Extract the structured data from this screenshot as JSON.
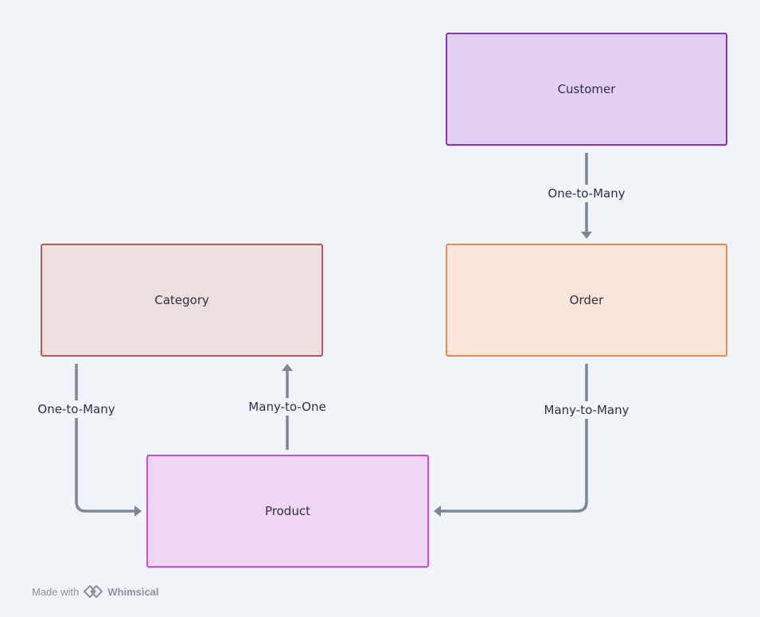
{
  "nodes": {
    "customer": {
      "label": "Customer"
    },
    "order": {
      "label": "Order"
    },
    "category": {
      "label": "Category"
    },
    "product": {
      "label": "Product"
    }
  },
  "edges": {
    "customer_order": {
      "label": "One-to-Many"
    },
    "order_product": {
      "label": "Many-to-Many"
    },
    "category_product": {
      "label": "One-to-Many"
    },
    "product_category": {
      "label": "Many-to-One"
    }
  },
  "colors": {
    "background": "#f0f3f7",
    "edge": "#7b8794",
    "customer_fill": "#e3cff4",
    "customer_border": "#8a2fc9",
    "order_fill": "#f8e4d8",
    "order_border": "#e78b4f",
    "category_fill": "#eedfdf",
    "category_border": "#b15b5b",
    "product_fill": "#f0d6f4",
    "product_border": "#c84fd8"
  },
  "watermark": {
    "prefix": "Made with",
    "brand": "Whimsical",
    "icon": "whimsical-logo-icon"
  }
}
